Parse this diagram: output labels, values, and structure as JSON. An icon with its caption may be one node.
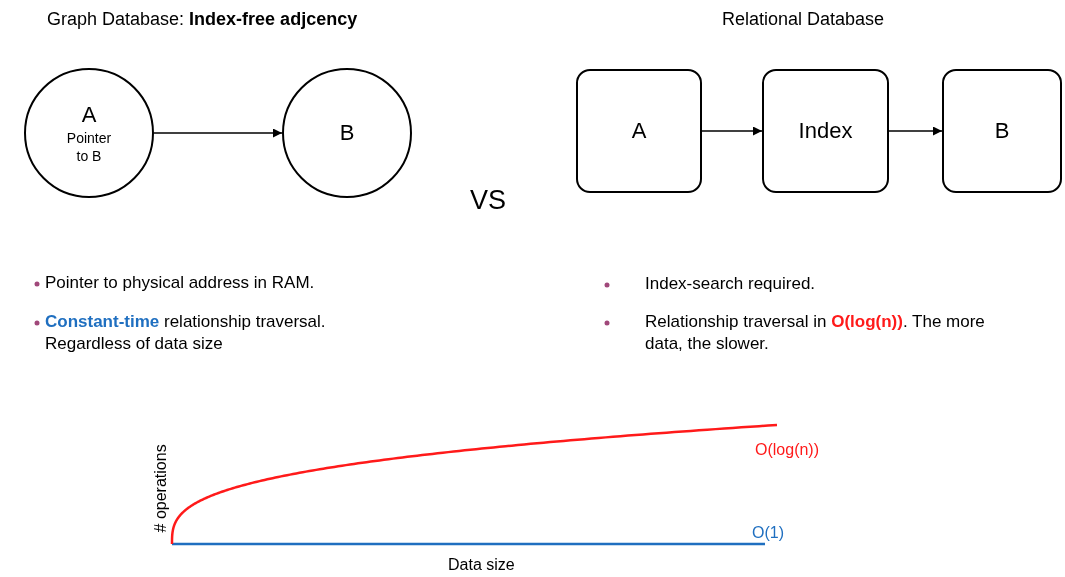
{
  "diagram": {
    "nodes": [
      {
        "text": [
          "A",
          "Pointer to B"
        ]
      },
      {
        "text": [
          "B"
        ]
      },
      {
        "text": [
          "A"
        ]
      },
      {
        "text": [
          "Index"
        ]
      },
      {
        "text": [
          "B"
        ]
      }
    ],
    "edges": [
      {
        "from": 0,
        "to": 1,
        "arrow": "to"
      },
      {
        "from": 2,
        "to": 3,
        "arrow": "to"
      },
      {
        "from": 3,
        "to": 4,
        "arrow": "to"
      }
    ],
    "labels": [
      "Graph Database: **Index-free adjcency**",
      "Relational Database",
      "VS",
      "Pointer to physical address in RAM.",
      "**Constant-time** relationship traversal. Regardless of data size",
      "Index-search required.",
      "Relationship traversal in **O(log(n))**. The more data, the slower.",
      "# operations",
      "O(log(n))",
      "O(1)",
      "Data size"
    ]
  }
}
